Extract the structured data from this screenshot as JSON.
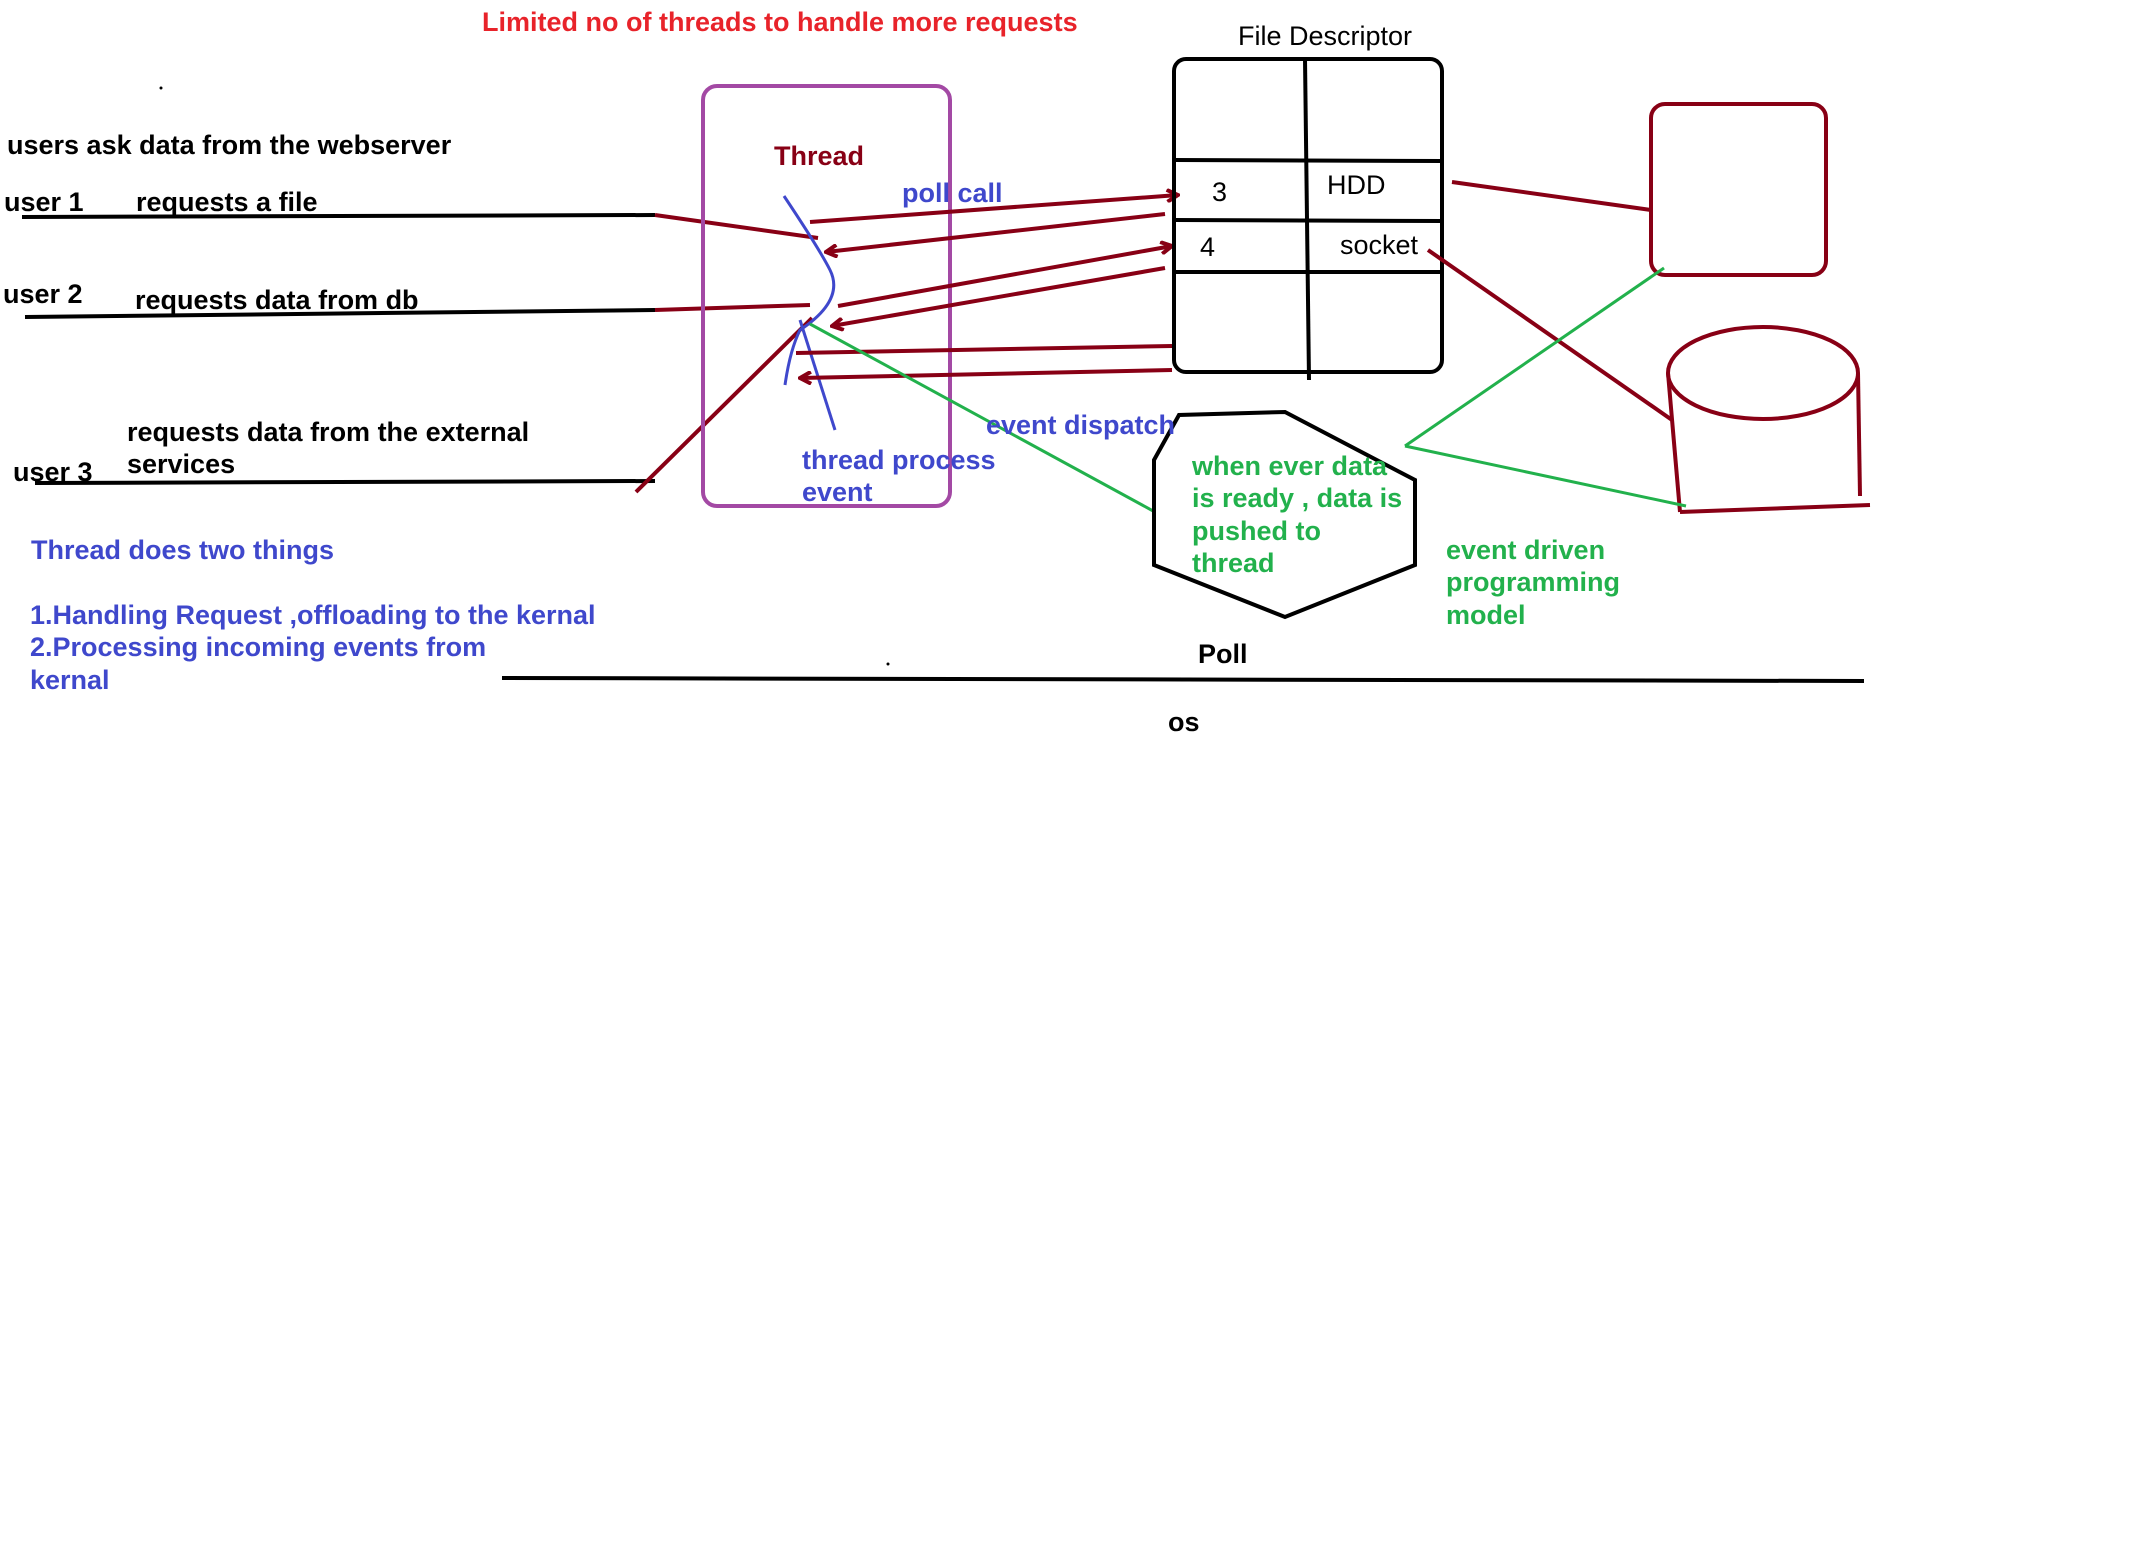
{
  "title": "Limited no of threads to handle more requests",
  "intro": "users ask data from the webserver",
  "users": [
    {
      "label": "user 1",
      "request": "requests a file"
    },
    {
      "label": "user 2",
      "request": "requests data from db"
    },
    {
      "label": "user 3",
      "request_line1": "requests data from the external",
      "request_line2": "services"
    }
  ],
  "thread": {
    "label": "Thread",
    "poll_call": "poll call",
    "process_line1": "thread process",
    "process_line2": "event",
    "event_dispatch": "event dispatch"
  },
  "file_descriptor": {
    "title": "File Descriptor",
    "rows": [
      {
        "fd": "3",
        "resource": "HDD"
      },
      {
        "fd": "4",
        "resource": "socket"
      }
    ]
  },
  "hexagon": {
    "line1": "when ever data",
    "line2": "is ready , data is",
    "line3": "pushed to",
    "line4": "thread"
  },
  "model": {
    "line1": "event driven",
    "line2": "programming",
    "line3": "model"
  },
  "notes": {
    "heading": "Thread does two things",
    "item1": "1.Handling Request  ,offloading to the kernal",
    "item2_line1": "2.Processing incoming events from",
    "item2_line2": "kernal"
  },
  "poll_label": "Poll",
  "os_label": "os",
  "colors": {
    "title": "#e8232a",
    "maroon": "#880015",
    "blue": "#3f48cc",
    "green": "#22b14c",
    "purple": "#a349a4"
  }
}
